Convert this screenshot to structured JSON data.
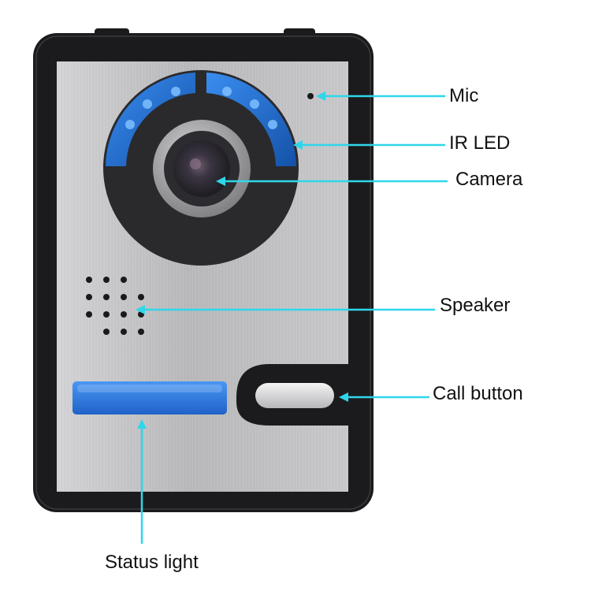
{
  "labels": {
    "mic": "Mic",
    "ir_led": "IR LED",
    "camera": "Camera",
    "speaker": "Speaker",
    "call_button": "Call button",
    "status_light": "Status light"
  },
  "colors": {
    "background": "#ffffff",
    "housing": "#1b1b1d",
    "faceplate": "#bcbcbe",
    "camera_bezel": "#2a2a2c",
    "ir_ring": "#1f74d6",
    "status_light": "#2f7fe6",
    "callout_line": "#2fd6ea",
    "label_text": "#111111"
  },
  "icons": {
    "mic": "mic-hole-icon",
    "ir_led": "ir-led-icon",
    "camera": "camera-lens-icon",
    "speaker": "speaker-grille-icon",
    "call_button": "call-button-icon",
    "status_light": "status-light-icon"
  }
}
